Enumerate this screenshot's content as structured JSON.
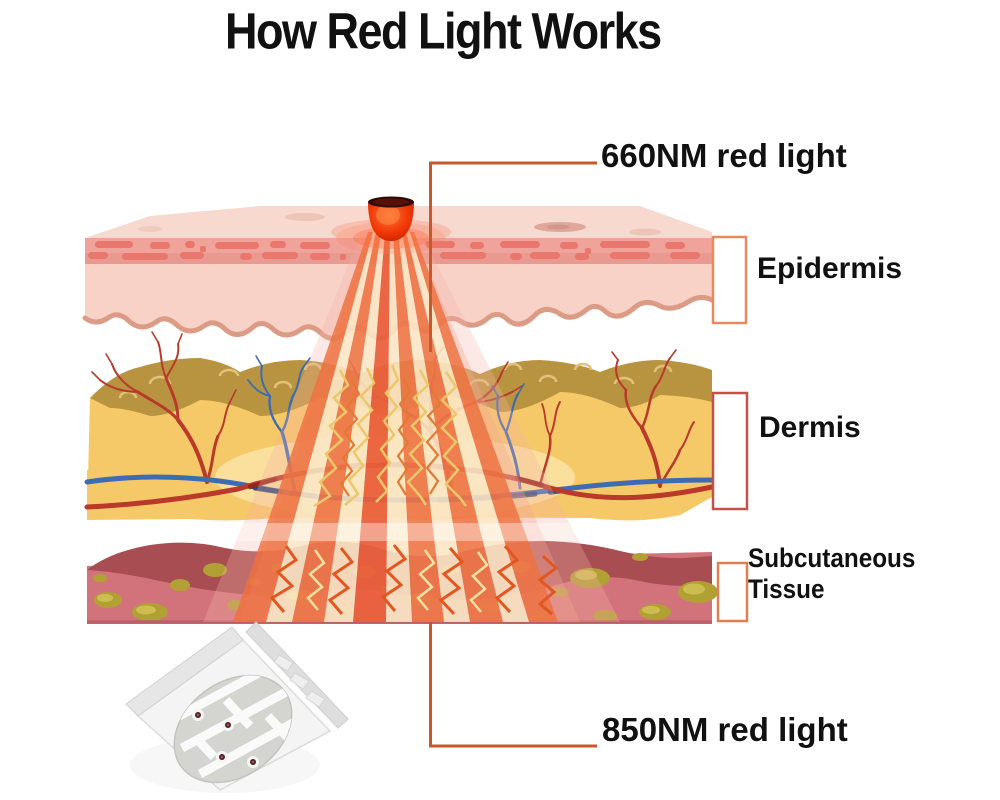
{
  "title": "How Red Light Works",
  "annotations": {
    "top_light": {
      "label": "660NM red light",
      "wavelength_nm": "660"
    },
    "bottom_light": {
      "label": "850NM red light",
      "wavelength_nm": "850"
    }
  },
  "layers": {
    "epidermis": {
      "label": "Epidermis",
      "fill": "#f8d2c7",
      "band": "#efa39a"
    },
    "dermis": {
      "label": "Dermis",
      "fill": "#f6c968",
      "band": "#b99440"
    },
    "subcutaneous": {
      "label": "Subcutaneous Tissue",
      "fill": "#d2737c",
      "band": "#a84e53"
    }
  },
  "colors": {
    "text": "#111111",
    "connector_line": "#c55a2f",
    "bracket_epidermis": "#e8895f",
    "bracket_dermis": "#c5524a",
    "bracket_subcutaneous": "#e08050",
    "beam_orange": "#ee7040",
    "beam_cream": "#fcf0cd",
    "vessel_red": "#b93a2b",
    "vessel_blue": "#3e6cb3",
    "emitter_red": "#e93305",
    "fat_globule": "#b1a033"
  },
  "icons": {
    "emitter": "red-led-emitter-icon",
    "chip": "smd-led-chip-icon"
  }
}
